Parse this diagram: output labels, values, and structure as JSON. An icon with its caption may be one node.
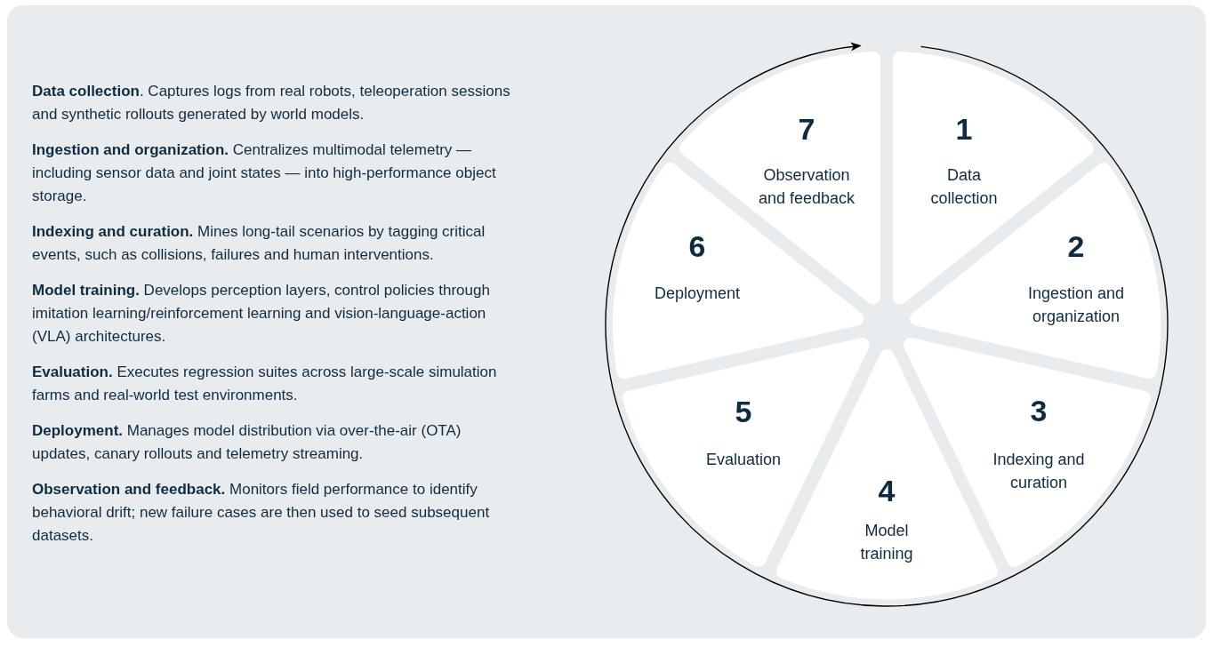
{
  "diagram": {
    "nodes": [
      {
        "text": [
          "1",
          "Data collection"
        ]
      },
      {
        "text": [
          "2",
          "Ingestion and organization"
        ]
      },
      {
        "text": [
          "3",
          "Indexing and curation"
        ]
      },
      {
        "text": [
          "4",
          "Model training"
        ]
      },
      {
        "text": [
          "5",
          "Evaluation"
        ]
      },
      {
        "text": [
          "6",
          "Deployment"
        ]
      },
      {
        "text": [
          "7",
          "Observation and feedback"
        ]
      }
    ],
    "labels": [
      "**Data collection**. Captures logs from real robots, teleoperation sessions and synthetic rollouts generated by world models.",
      "**Ingestion and organization.** Centralizes multimodal telemetry — including sensor data and joint states — into high-performance object storage.",
      "**Indexing and curation.** Mines long-tail scenarios by tagging critical events, such as collisions, failures and human interventions.",
      "**Model training.** Develops perception layers, control policies through imitation learning/reinforcement learning and vision-language-action (VLA) architectures.",
      "**Evaluation.** Executes regression suites across large-scale simulation farms and real-world test environments.",
      "**Deployment.** Manages model distribution via over-the-air (OTA) updates, canary rollouts and telemetry streaming.",
      "**Observation and feedback.** Monitors field performance to identify behavioral drift; new failure cases are then used to seed subsequent datasets."
    ]
  }
}
